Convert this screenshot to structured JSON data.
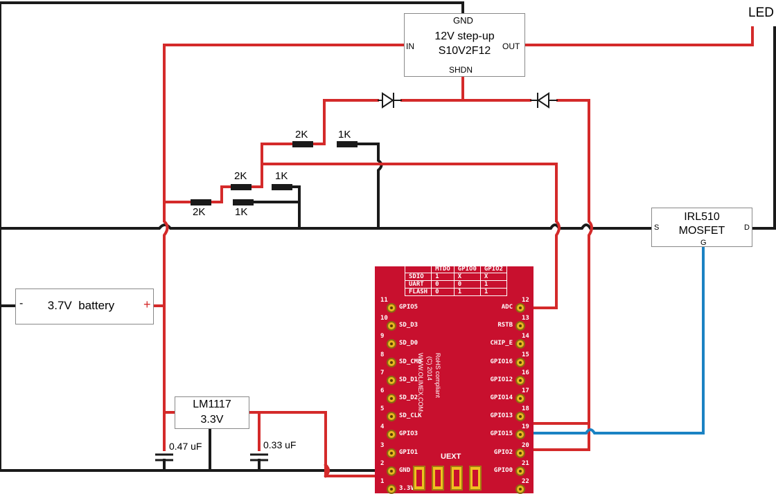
{
  "labels": {
    "led": "LED",
    "stepup_gnd": "GND",
    "stepup_line1": "12V step-up",
    "stepup_line2": "S10V2F12",
    "stepup_in": "IN",
    "stepup_out": "OUT",
    "stepup_shdn": "SHDN",
    "mosfet_line1": "IRL510",
    "mosfet_line2": "MOSFET",
    "mosfet_s": "S",
    "mosfet_d": "D",
    "mosfet_g": "G",
    "battery": "3.7V  battery",
    "battery_minus": "-",
    "battery_plus": "+",
    "reg_line1": "LM1117",
    "reg_line2": "3.3V",
    "cap1": "0.47 uF",
    "cap2": "0.33 uF",
    "r1": "2K",
    "r2": "1K",
    "r3": "2K",
    "r4": "1K",
    "r5": "2K",
    "r6": "1K"
  },
  "board": {
    "table": [
      [
        "",
        "MTDO",
        "GPIO0",
        "GPIO2"
      ],
      [
        "SDIO",
        "1",
        "X",
        "X"
      ],
      [
        "UART",
        "0",
        "0",
        "1"
      ],
      [
        "FLASH",
        "0",
        "1",
        "1"
      ]
    ],
    "left_pins": [
      "GPIO5",
      "SD_D3",
      "SD_D0",
      "SD_CMD",
      "SD_D1",
      "SD_D2",
      "SD_CLK",
      "GPIO3",
      "GPIO1",
      "GND",
      "3.3V"
    ],
    "left_nums": [
      "11",
      "10",
      "9",
      "8",
      "7",
      "6",
      "5",
      "4",
      "3",
      "2",
      "1"
    ],
    "right_pins": [
      "ADC",
      "RSTB",
      "CHIP_E",
      "GPIO16",
      "GPIO12",
      "GPIO14",
      "GPIO13",
      "GPIO15",
      "GPIO2",
      "GPIO0",
      ""
    ],
    "right_nums": [
      "12",
      "13",
      "14",
      "15",
      "16",
      "17",
      "18",
      "19",
      "20",
      "21",
      "22"
    ],
    "uext": "UEXT",
    "vert1": "WWW.OLIMEX.COM",
    "vert2": "(C) 2014",
    "vert3": "RoHS compliant"
  },
  "colors": {
    "red": "#d42a2a",
    "black": "#1a1a1a",
    "blue": "#1b82c3"
  }
}
